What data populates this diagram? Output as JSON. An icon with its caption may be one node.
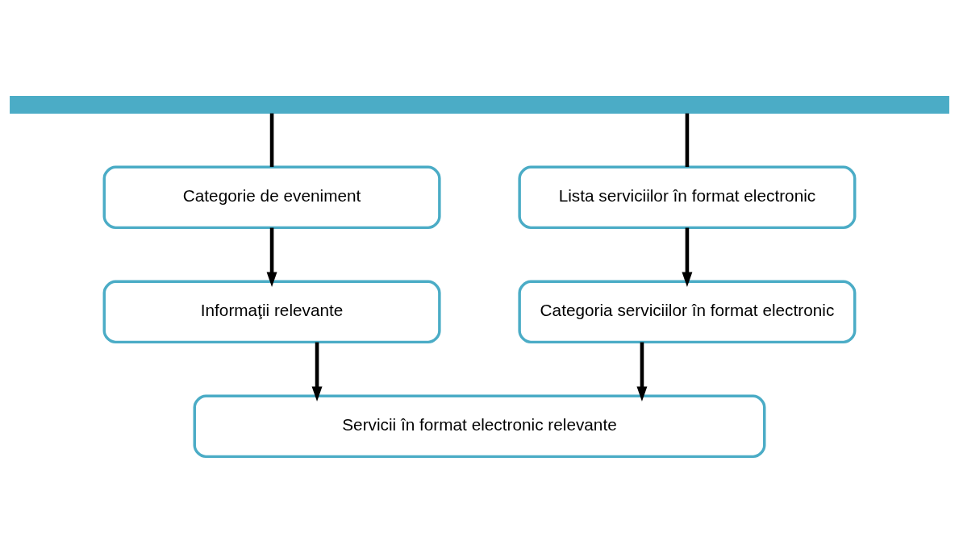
{
  "diagram": {
    "nodes": [
      {
        "text": [],
        "shape": "bar"
      },
      {
        "text": [
          "Categorie de eveniment"
        ]
      },
      {
        "text": [
          "Lista serviciilor în format electronic"
        ]
      },
      {
        "text": [
          "Informaţii relevante"
        ]
      },
      {
        "text": [
          "Categoria serviciilor în format electronic"
        ]
      },
      {
        "text": [
          "Servicii în format electronic relevante"
        ]
      }
    ],
    "edges": [
      {
        "from": 0,
        "to": 1,
        "arrow": "none"
      },
      {
        "from": 0,
        "to": 2,
        "arrow": "none"
      },
      {
        "from": 1,
        "to": 3,
        "arrow": "to"
      },
      {
        "from": 2,
        "to": 4,
        "arrow": "to"
      },
      {
        "from": 3,
        "to": 5,
        "arrow": "to"
      },
      {
        "from": 4,
        "to": 5,
        "arrow": "to"
      }
    ]
  }
}
